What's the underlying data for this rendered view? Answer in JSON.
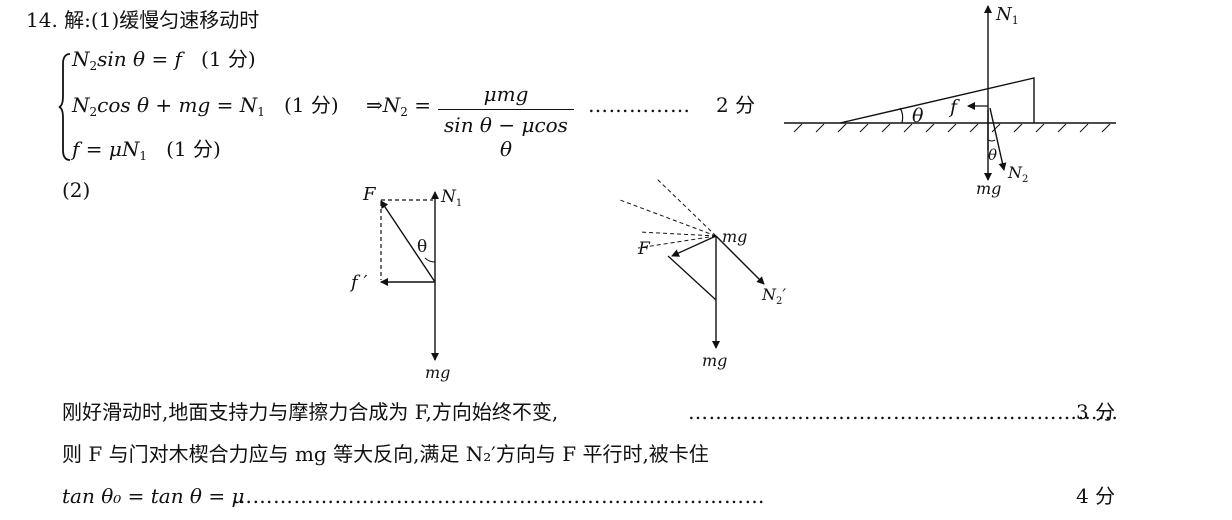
{
  "problem": {
    "number": "14.",
    "solution_label": "解:",
    "part1_label": "(1)",
    "part1_title": "缓慢匀速移动时",
    "score_one": "(1 分)",
    "implies": "⇒",
    "result_lhs": "N",
    "result_lhs_sub": "2",
    "result_eq": " =",
    "result_num": "μmg",
    "result_den": "sin θ − μcos θ",
    "leader_short": "……………",
    "score_2": "2 分",
    "part2_label": "(2)"
  },
  "equations": {
    "eq1_a": "N",
    "eq1_sub": "2",
    "eq1_b": "sin θ = f",
    "eq2_a": "N",
    "eq2_sub": "2",
    "eq2_b": "cos θ + mg = N",
    "eq2_sub2": "1",
    "eq3_a": "f = μN",
    "eq3_sub": "1"
  },
  "text_lines": {
    "line1": "刚好滑动时,地面支持力与摩擦力合成为 F,方向始终不变,",
    "leader1": "………………………………………………………",
    "score_3": "3 分",
    "line2": "则 F 与门对木楔合力应与 mg 等大反向,满足 N₂′方向与 F 平行时,被卡住",
    "line3": "tan θ₀ = tan θ = μ",
    "leader3": "……………………………………………………………………",
    "score_4": "4 分"
  },
  "figure_wedge": {
    "N1": "N",
    "N1_sub": "1",
    "theta": "θ",
    "f": "f",
    "mg": "mg",
    "N2": "N",
    "N2_sub": "2"
  },
  "figure_force": {
    "F": "F",
    "N1": "N",
    "N1_sub": "1",
    "theta": "θ",
    "f_prime": "f ′",
    "mg": "mg"
  },
  "figure_triangle": {
    "F": "F",
    "mg_top": "mg",
    "N2p": "N",
    "N2p_sub": "2",
    "N2p_prime": "′",
    "mg_bottom": "mg"
  }
}
